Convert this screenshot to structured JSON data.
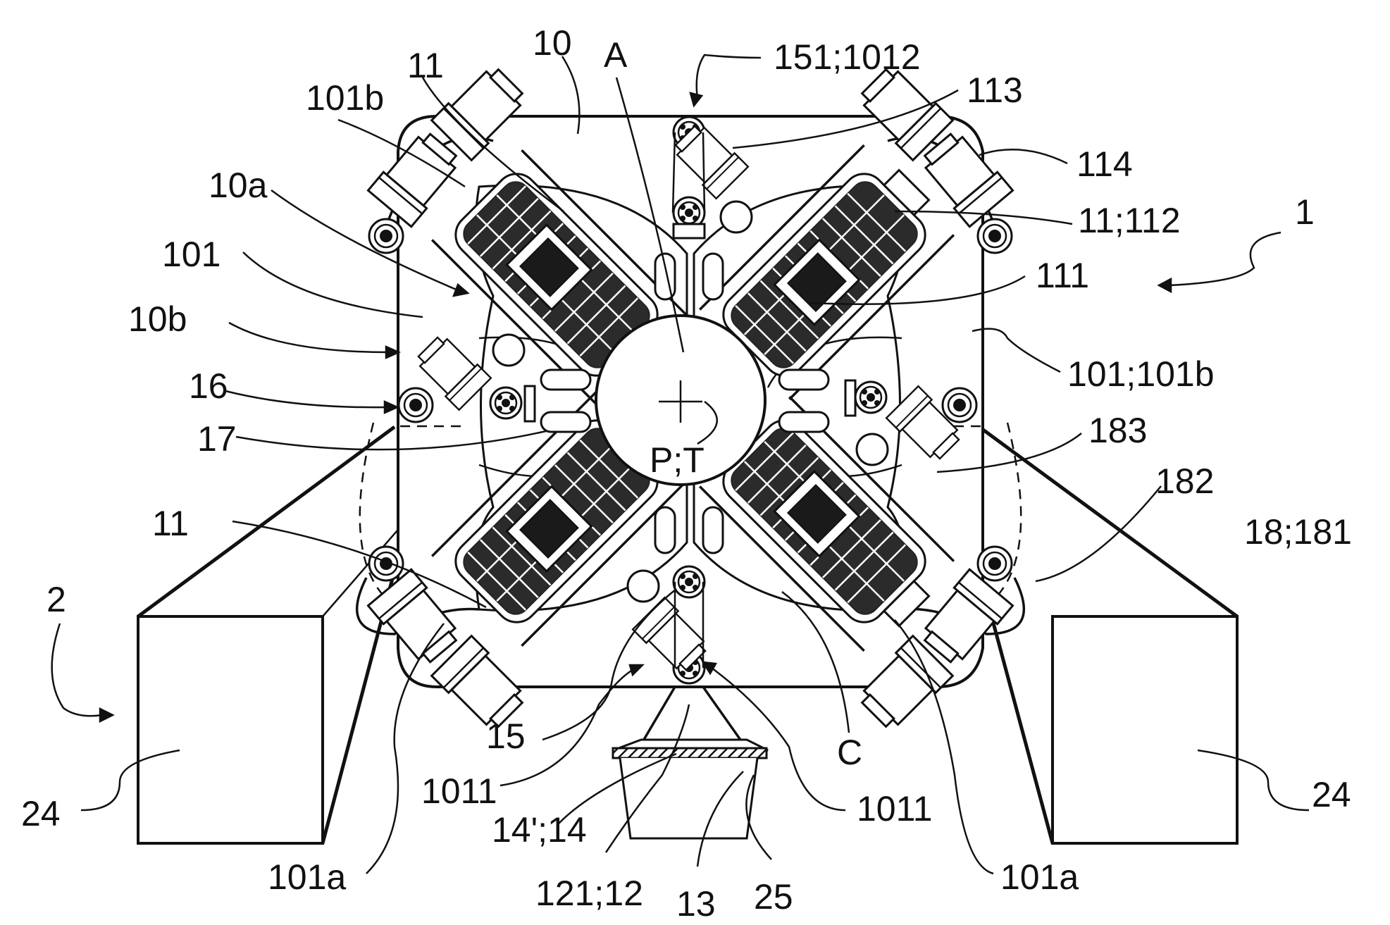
{
  "labels": {
    "l10": "10",
    "lA": "A",
    "l151_1012": "151;1012",
    "l11_top": "11",
    "l101b": "101b",
    "l113": "113",
    "l114": "114",
    "l10a": "10a",
    "l11_112": "11;112",
    "l1": "1",
    "l101": "101",
    "l111": "111",
    "l10b": "10b",
    "l101_101b": "101;101b",
    "l16": "16",
    "l17": "17",
    "lPT": "P;T",
    "l183": "183",
    "l182": "182",
    "l11_left": "11",
    "l18_181": "18;181",
    "l2": "2",
    "l15": "15",
    "lC": "C",
    "l24_left": "24",
    "l24_right": "24",
    "l1011_left": "1011",
    "l1011_right": "1011",
    "l14p_14": "14';14",
    "l101a_left": "101a",
    "l101a_right": "101a",
    "l121_12": "121;12",
    "l13": "13",
    "l25": "25"
  }
}
